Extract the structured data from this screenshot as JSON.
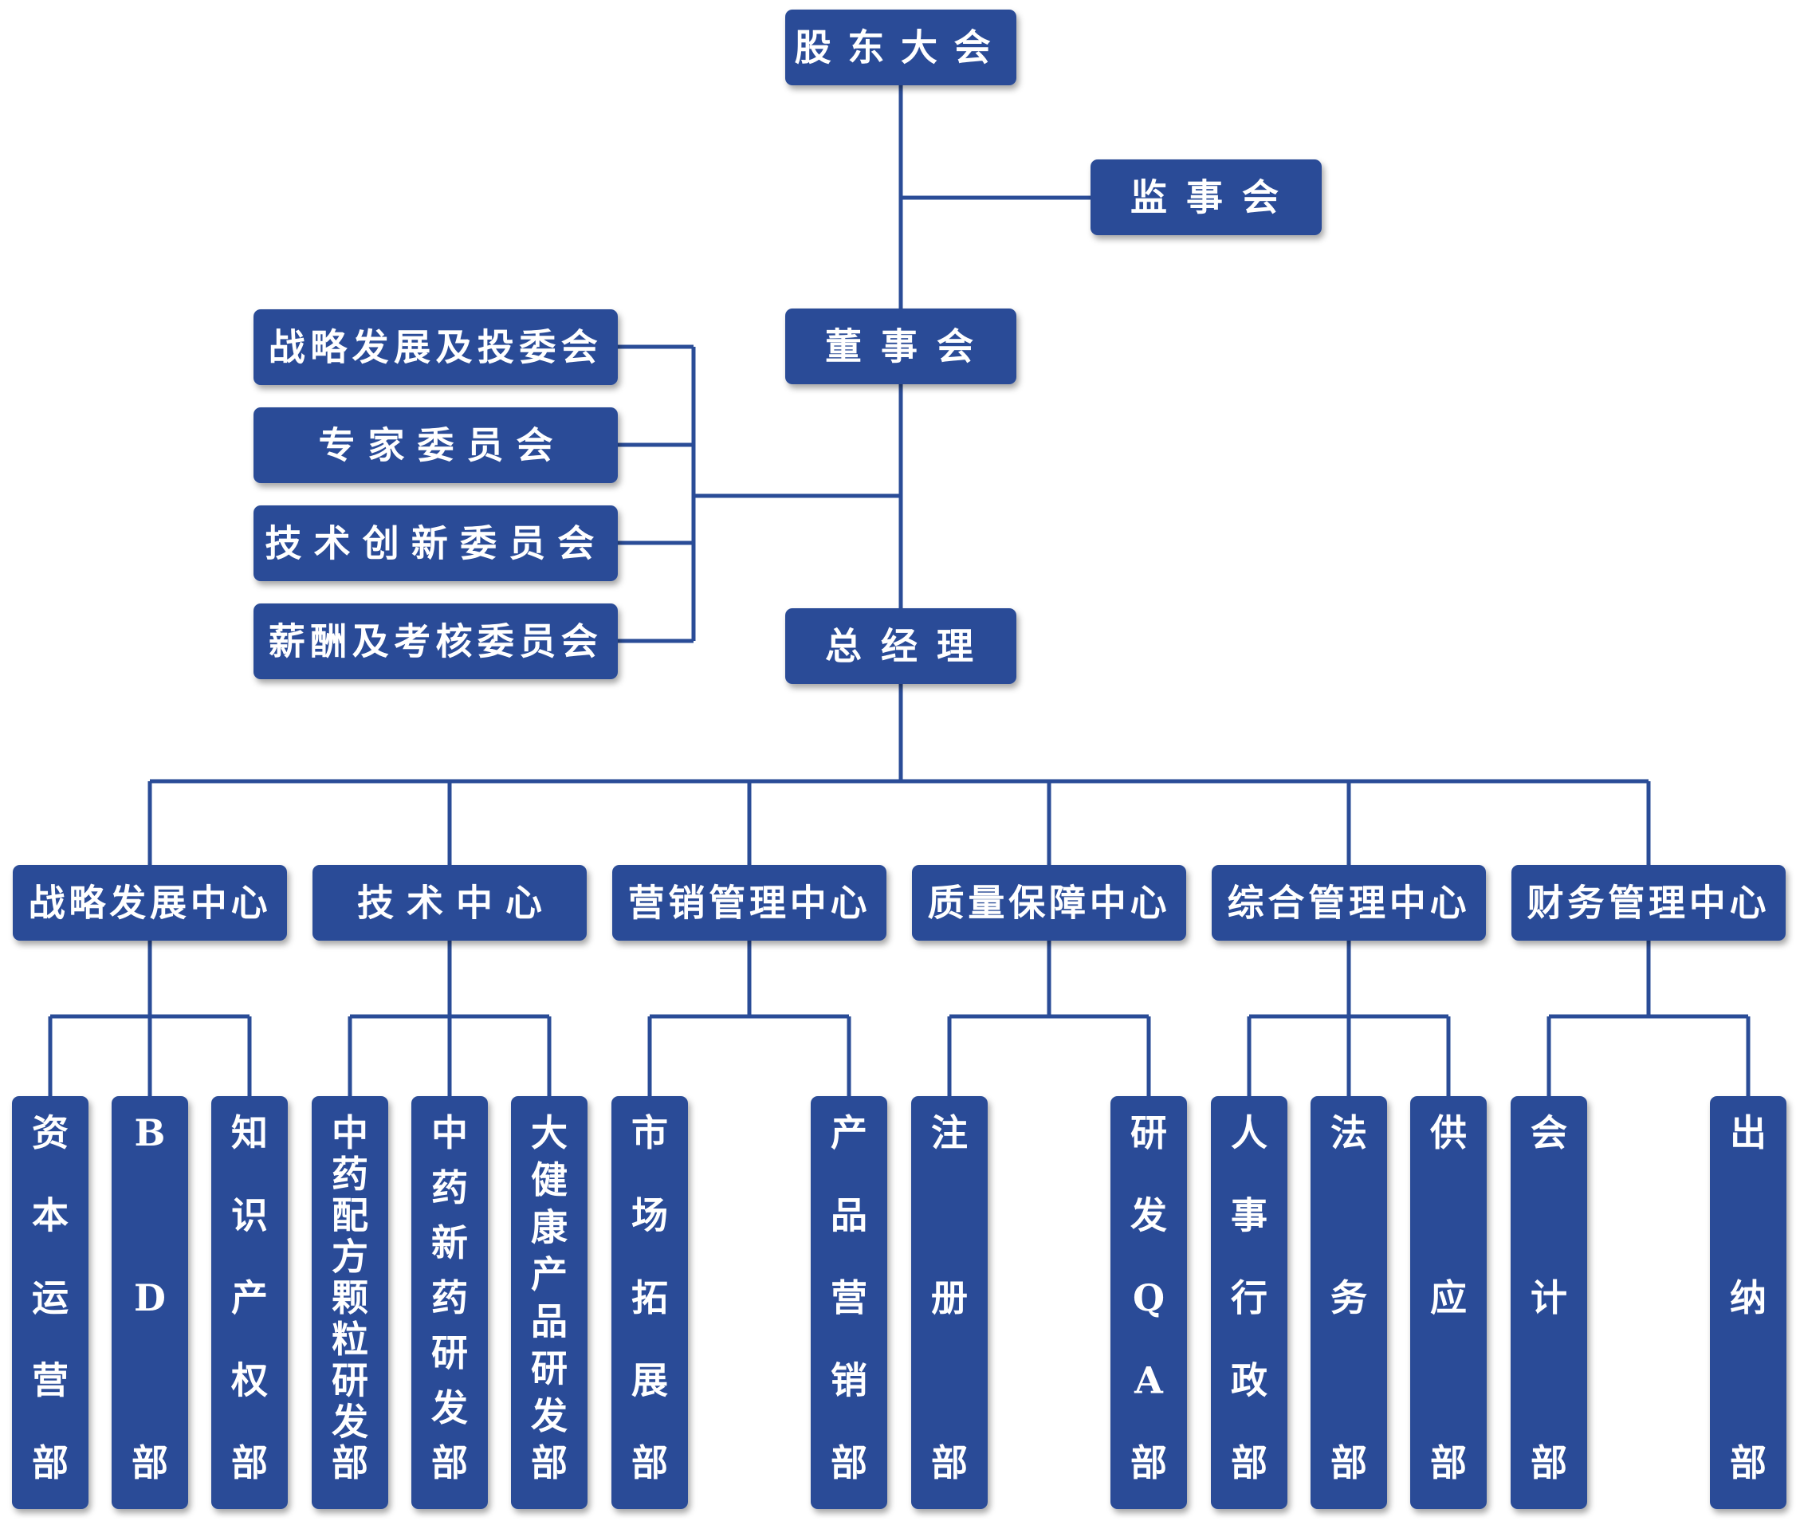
{
  "org": {
    "shareholders": "股东大会",
    "supervisors": "监 事 会",
    "board": "董 事 会",
    "gm": "总 经 理",
    "committees": [
      "战略发展及投委会",
      "专 家 委 员 会",
      "技术创新委员会",
      "薪酬及考核委员会"
    ],
    "centers": [
      {
        "name": "战略发展中心",
        "depts": [
          "资本运营部",
          "BD部",
          "知识产权部"
        ]
      },
      {
        "name": "技 术 中 心",
        "depts": [
          "中药配方颗粒研发部",
          "中药新药研发部",
          "大健康产品研发部"
        ]
      },
      {
        "name": "营销管理中心",
        "depts": [
          "市场拓展部",
          "产品营销部"
        ]
      },
      {
        "name": "质量保障中心",
        "depts": [
          "注册部",
          "研发QA部"
        ]
      },
      {
        "name": "综合管理中心",
        "depts": [
          "人事行政部",
          "法务部",
          "供应部"
        ]
      },
      {
        "name": "财务管理中心",
        "depts": [
          "会计部",
          "出纳部"
        ]
      }
    ]
  },
  "colors": {
    "box": "#2A4C97",
    "line": "#2A4C97",
    "text": "#FFFFFF"
  }
}
